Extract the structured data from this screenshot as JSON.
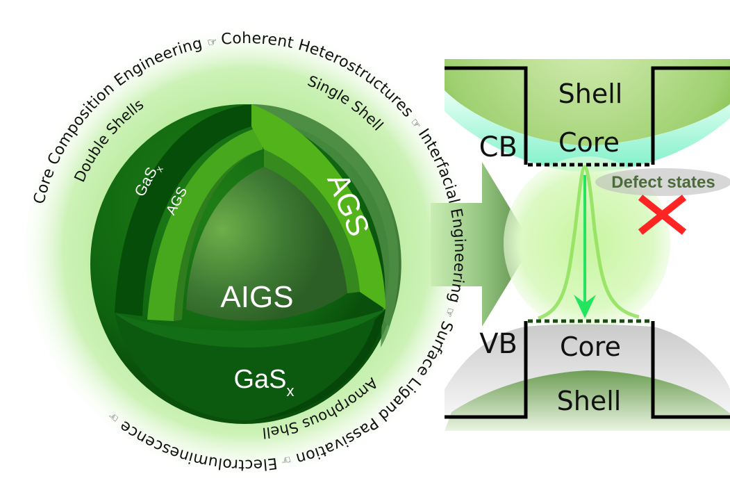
{
  "figure": {
    "outer_ring": {
      "separator_icon": "pointing-hand-icon",
      "items": [
        "Core Composition Engineering",
        "Coherent Heterostructures",
        "Interfacial Engineering",
        "Surface Ligand Passivation",
        "Electroluminescence"
      ]
    },
    "inner_ring": {
      "double_shells": "Double Shells",
      "single_shell": "Single Shell",
      "amorphous_shell": "Amorphous Shell"
    },
    "sphere": {
      "core_label": "AIGS",
      "outer_shell_label_right": "AGS",
      "inner_shell_label_left": "AGS",
      "gas_label_left": "GaS",
      "gas_label_left_sub": "x",
      "gas_label_bottom": "GaS",
      "gas_label_bottom_sub": "x"
    },
    "band_diagram": {
      "cb_label": "CB",
      "vb_label": "VB",
      "cb_shell": "Shell",
      "cb_core": "Core",
      "vb_core": "Core",
      "vb_shell": "Shell",
      "defect_label": "Defect states",
      "defect_marker_icon": "red-x-icon",
      "transition_icon": "down-arrow-icon"
    },
    "colors": {
      "dark_green": "#0b5a0f",
      "mid_green": "#2f8a1e",
      "bright_green": "#52b81a",
      "halo_green": "#c6eeb0",
      "emission_green": "#21e86a",
      "cyan_core": "#7ff2c8",
      "red_x": "#ff1a1a"
    }
  }
}
